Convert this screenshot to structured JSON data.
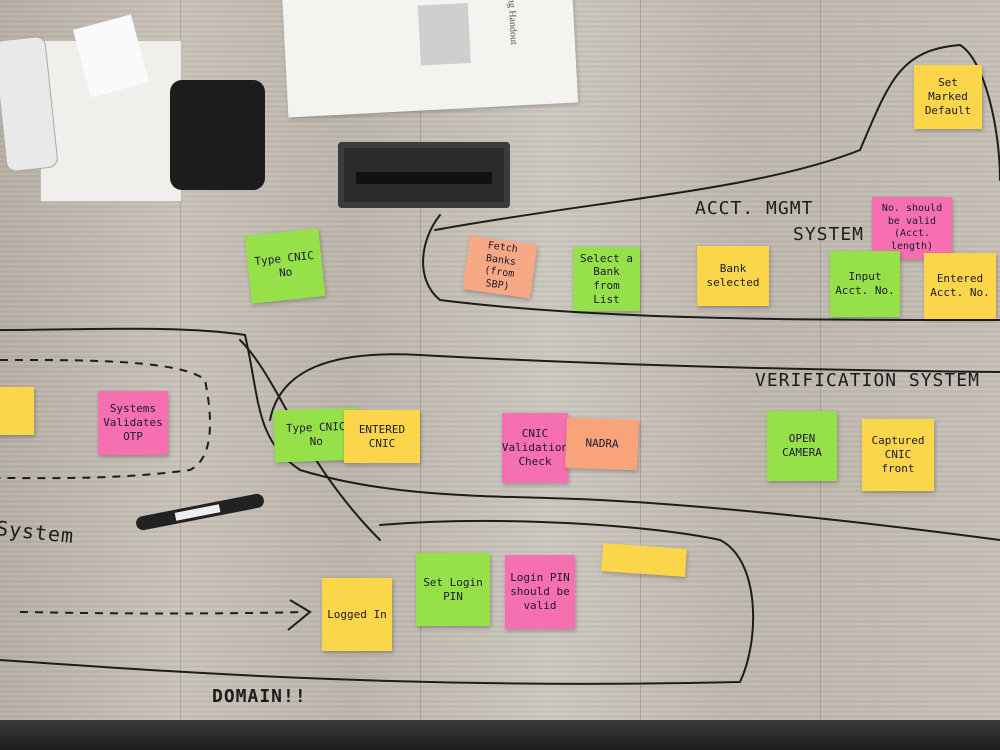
{
  "labels": {
    "acct_mgmt_1": "ACCT. MGMT",
    "acct_mgmt_2": "SYSTEM",
    "verification": "VERIFICATION SYSTEM",
    "system": "System",
    "domain": "DOMAIN!!"
  },
  "notes": {
    "set_marked_default": "Set Marked Default",
    "no_should_be_valid": "No. should be valid (Acct. length)",
    "fetch_bank": "Fetch Banks (from SBP)",
    "select_bank": "Select a Bank from List",
    "bank_selected": "Bank selected",
    "input_acct": "Input Acct. No.",
    "entered_acct": "Entered Acct. No.",
    "type_cnic_top": "Type CNIC No",
    "systems_validates_otp": "Systems Validates OTP",
    "type_cnic_mid": "Type CNIC No",
    "entered_cnic": "ENTERED CNIC",
    "cnic_validation": "CNIC Validation Check",
    "nadra": "NADRA",
    "open_camera": "OPEN CAMERA",
    "captured_cnic": "Captured CNIC front",
    "set_login_pin": "Set Login PIN",
    "login_pin_valid": "Login PIN should be valid",
    "logged_in": "Logged In"
  },
  "handout": {
    "title_fragment": "...ing Handout"
  }
}
